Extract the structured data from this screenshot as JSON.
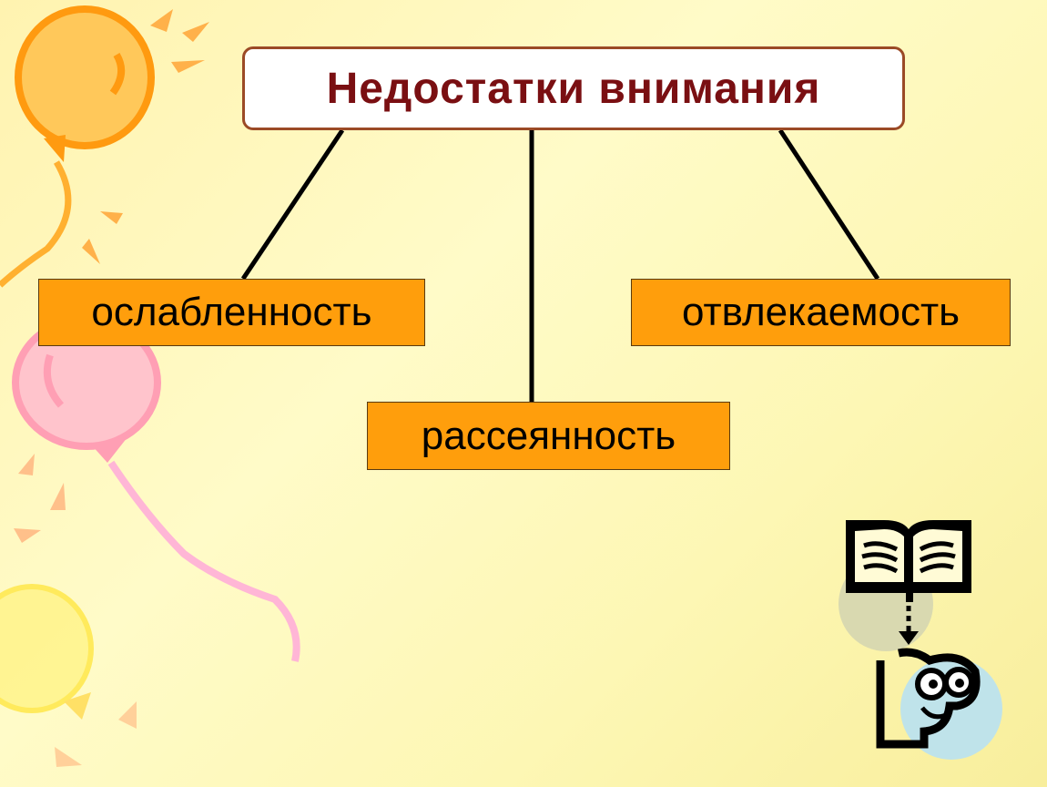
{
  "diagram": {
    "title": "Недостатки внимания",
    "nodes": [
      {
        "id": "left",
        "label": "ослабленность"
      },
      {
        "id": "middle",
        "label": "рассеянность"
      },
      {
        "id": "right",
        "label": "отвлекаемость"
      }
    ]
  },
  "colors": {
    "background": "#fffbc8",
    "title_text": "#7a0f12",
    "title_border": "#9b4a26",
    "node_fill": "#ff9e0c",
    "connector": "#000000"
  },
  "icons": [
    "balloon-icon",
    "book-icon",
    "face-icon"
  ]
}
